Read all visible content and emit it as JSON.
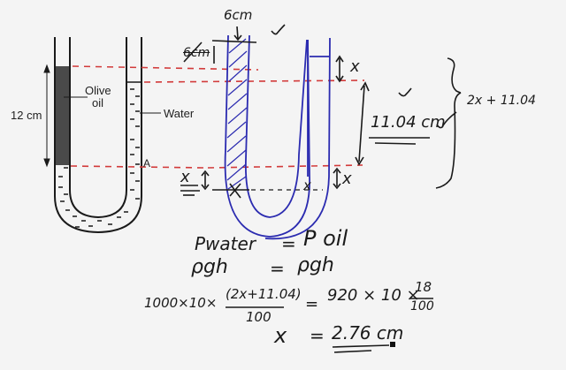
{
  "diagram": {
    "title": "U-tube manometer: olive oil and water",
    "printed_figure": {
      "oil_label_line1": "Olive",
      "oil_label_line2": "oil",
      "water_label": "Water",
      "height_label": "12 cm",
      "point_label": "A"
    },
    "sketch": {
      "top_label": "6cm",
      "crossed_label": "6cm",
      "x_top_right": "x",
      "x_bottom_left": "x",
      "x_bottom_right": "x",
      "x_mid": "x",
      "difference_label": "11.04 cm",
      "brace_label": "2x + 11.04"
    },
    "equations": {
      "line1_left": "Pwater",
      "line1_eq": "=",
      "line1_right": "P oil",
      "line2_left": "ρgh",
      "line2_eq": "=",
      "line2_right": "ρgh",
      "line3_left_prefix": "1000×10×",
      "line3_numerator": "(2x+11.04)",
      "line3_denominator": "100",
      "line3_eq": "=",
      "line3_right_prefix": "920 × 10 ×",
      "line3_right_numerator": "18",
      "line3_right_denominator": "100",
      "line4_left": "x",
      "line4_eq": "=",
      "line4_right": "2.76 cm"
    },
    "colors": {
      "background": "#f4f4f4",
      "ink_black": "#1a1a1a",
      "ink_blue": "#2b2bb0",
      "ink_red_dashed": "#d23a3a",
      "oil_fill": "#4a4a4a"
    }
  }
}
